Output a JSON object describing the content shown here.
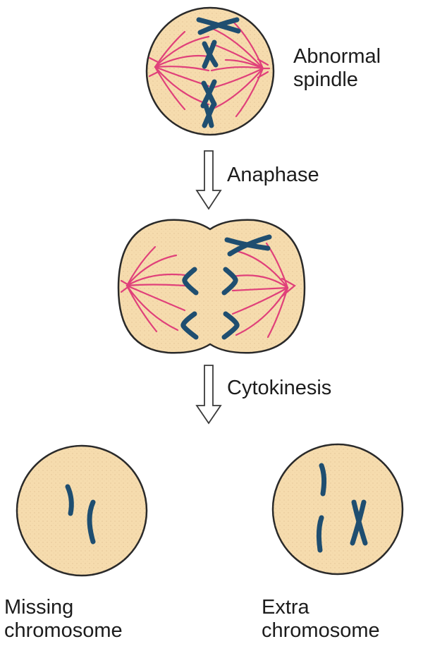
{
  "labels": {
    "abnormal": [
      "Abnormal",
      "spindle"
    ],
    "anaphase": "Anaphase",
    "cytokinesis": "Cytokinesis",
    "missing": [
      "Missing",
      "chromosome"
    ],
    "extra": [
      "Extra",
      "chromosome"
    ]
  },
  "colors": {
    "cell_fill": "#f6dcae",
    "cell_stroke": "#2a2a2a",
    "spindle": "#e0407a",
    "chromosome": "#1f4e70",
    "arrow": "#3a3a3a"
  }
}
